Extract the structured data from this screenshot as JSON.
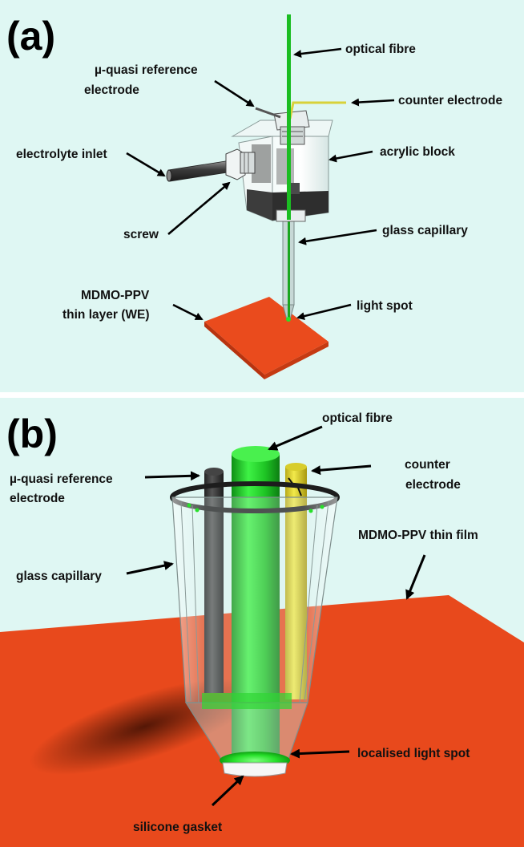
{
  "panel_a": {
    "label": "(a)",
    "labels": {
      "optical_fibre": "optical fibre",
      "ref_electrode_line1": "µ-quasi reference",
      "ref_electrode_line2": "electrode",
      "counter_electrode": "counter electrode",
      "electrolyte_inlet": "electrolyte inlet",
      "acrylic_block": "acrylic block",
      "screw": "screw",
      "glass_capillary": "glass capillary",
      "mdmo_line1": "MDMO-PPV",
      "mdmo_line2": "thin layer (WE)",
      "light_spot": "light spot"
    }
  },
  "panel_b": {
    "label": "(b)",
    "labels": {
      "optical_fibre": "optical fibre",
      "ref_electrode_line1": "µ-quasi reference",
      "ref_electrode_line2": "electrode",
      "counter_electrode_line1": "counter",
      "counter_electrode_line2": "electrode",
      "thin_film": "MDMO-PPV thin film",
      "glass_capillary": "glass capillary",
      "localised_light_spot": "localised light spot",
      "silicone_gasket": "silicone gasket"
    }
  },
  "colors": {
    "background": "#dff7f3",
    "film": "#e8491c",
    "fibre": "#19c21f",
    "counter_electrode": "#e5dc3a",
    "reference_electrode": "#3b3b3b"
  }
}
